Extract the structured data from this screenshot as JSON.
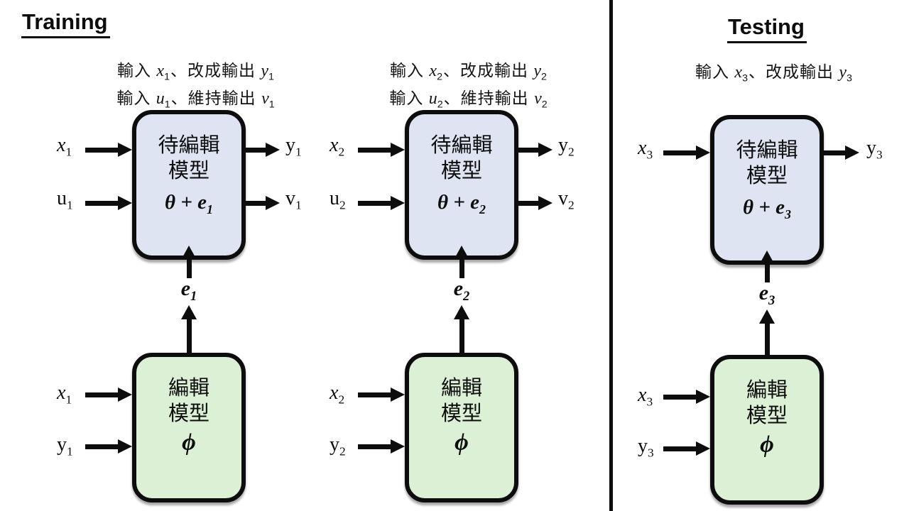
{
  "titles": {
    "training": "Training",
    "testing": "Testing"
  },
  "colors": {
    "edited_model_fill": "#dee4f2",
    "editor_model_fill": "#dcf0d6",
    "stroke": "#0d0d0d",
    "background": "#ffffff"
  },
  "columns": [
    {
      "annotations": [
        {
          "parts": [
            {
              "t": "輸入 "
            },
            {
              "t": "x",
              "v": true
            },
            {
              "t": "1",
              "s": true
            },
            {
              "t": "、改成輸出 "
            },
            {
              "t": "y",
              "v": true
            },
            {
              "t": "1",
              "s": true
            }
          ]
        },
        {
          "parts": [
            {
              "t": "輸入 "
            },
            {
              "t": "u",
              "v": true
            },
            {
              "t": "1",
              "s": true
            },
            {
              "t": "、維持輸出 "
            },
            {
              "t": "v",
              "v": true
            },
            {
              "t": "1",
              "s": true
            }
          ]
        }
      ],
      "edited_model": {
        "line1": "待編輯",
        "line2": "模型",
        "params_base": "θ + e",
        "params_sub": "1"
      },
      "edit_vector": {
        "base": "e",
        "sub": "1"
      },
      "editor_model": {
        "line1": "編輯",
        "line2": "模型",
        "params": "ϕ"
      },
      "top_inputs": [
        {
          "base": "x",
          "sub": "1"
        },
        {
          "base": "u",
          "sub": "1"
        }
      ],
      "top_outputs": [
        {
          "base": "y",
          "sub": "1"
        },
        {
          "base": "v",
          "sub": "1"
        }
      ],
      "bottom_inputs": [
        {
          "base": "x",
          "sub": "1"
        },
        {
          "base": "y",
          "sub": "1"
        }
      ]
    },
    {
      "annotations": [
        {
          "parts": [
            {
              "t": "輸入 "
            },
            {
              "t": "x",
              "v": true
            },
            {
              "t": "2",
              "s": true
            },
            {
              "t": "、改成輸出 "
            },
            {
              "t": "y",
              "v": true
            },
            {
              "t": "2",
              "s": true
            }
          ]
        },
        {
          "parts": [
            {
              "t": "輸入 "
            },
            {
              "t": "u",
              "v": true
            },
            {
              "t": "2",
              "s": true
            },
            {
              "t": "、維持輸出 "
            },
            {
              "t": "v",
              "v": true
            },
            {
              "t": "2",
              "s": true
            }
          ]
        }
      ],
      "edited_model": {
        "line1": "待編輯",
        "line2": "模型",
        "params_base": "θ + e",
        "params_sub": "2"
      },
      "edit_vector": {
        "base": "e",
        "sub": "2"
      },
      "editor_model": {
        "line1": "編輯",
        "line2": "模型",
        "params": "ϕ"
      },
      "top_inputs": [
        {
          "base": "x",
          "sub": "2"
        },
        {
          "base": "u",
          "sub": "2"
        }
      ],
      "top_outputs": [
        {
          "base": "y",
          "sub": "2"
        },
        {
          "base": "v",
          "sub": "2"
        }
      ],
      "bottom_inputs": [
        {
          "base": "x",
          "sub": "2"
        },
        {
          "base": "y",
          "sub": "2"
        }
      ]
    },
    {
      "annotations": [
        {
          "parts": [
            {
              "t": "輸入 "
            },
            {
              "t": "x",
              "v": true
            },
            {
              "t": "3",
              "s": true
            },
            {
              "t": "、改成輸出 "
            },
            {
              "t": "y",
              "v": true
            },
            {
              "t": "3",
              "s": true
            }
          ]
        }
      ],
      "edited_model": {
        "line1": "待編輯",
        "line2": "模型",
        "params_base": "θ + e",
        "params_sub": "3"
      },
      "edit_vector": {
        "base": "e",
        "sub": "3"
      },
      "editor_model": {
        "line1": "編輯",
        "line2": "模型",
        "params": "ϕ"
      },
      "top_inputs": [
        {
          "base": "x",
          "sub": "3"
        }
      ],
      "top_outputs": [
        {
          "base": "y",
          "sub": "3"
        }
      ],
      "bottom_inputs": [
        {
          "base": "x",
          "sub": "3"
        },
        {
          "base": "y",
          "sub": "3"
        }
      ]
    }
  ]
}
